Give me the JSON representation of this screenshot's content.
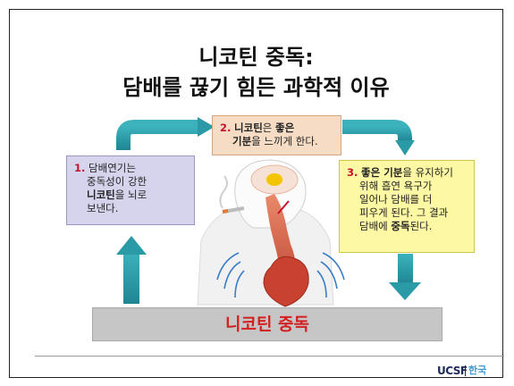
{
  "title": {
    "line1": "니코틴 중독:",
    "line2": "담배를 끊기 힘든 과학적 이유"
  },
  "callouts": {
    "c1": {
      "num": "1.",
      "line1": "담배연기는",
      "line2": "중독성이 강한",
      "line3_bold": "니코틴",
      "line3_rest": "을 뇌로",
      "line4": "보낸다."
    },
    "c2": {
      "num": "2.",
      "line1_bold": "니코틴",
      "line1_mid": "은 ",
      "line1_bold2": "좋은",
      "line2_bold": "기분",
      "line2_rest": "을 느끼게 한다."
    },
    "c3": {
      "num": "3.",
      "line1_bold": "좋은 기분",
      "line1_rest": "을 유지하기",
      "line2": "위해 흡연 욕구가",
      "line3": "일어나 담배를 더",
      "line4": "피우게 된다. 그 결과",
      "line5_pre": "담배에 ",
      "line5_bold": "중독",
      "line5_post": "된다."
    }
  },
  "bottom_bar": {
    "label": "니코틴 중독"
  },
  "footer": {
    "logo_ucsf": "UCSF",
    "logo_kr": "한국"
  },
  "colors": {
    "arrow": "#2a9aa6",
    "highlight_red": "#c8102e",
    "bar_text": "#d31f1f",
    "callout1_bg": "#d6d4ec",
    "callout2_bg": "#f6dcc4",
    "callout3_bg": "#fdf8a3"
  }
}
